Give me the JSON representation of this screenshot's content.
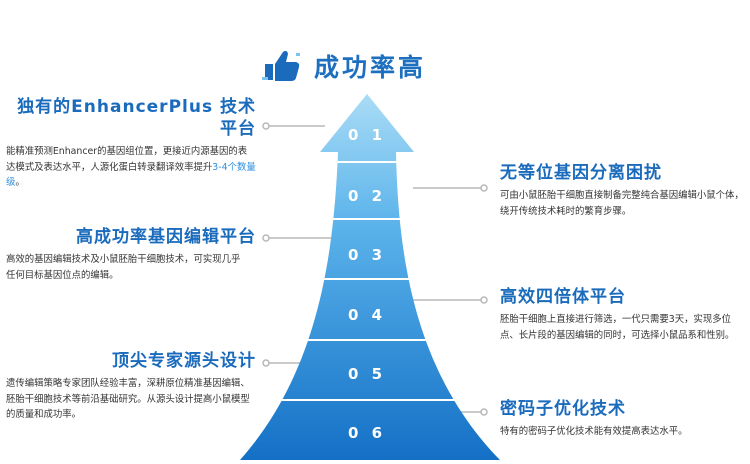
{
  "header": {
    "title": "成功率高",
    "icon": "thumbs-up-icon"
  },
  "colors": {
    "accent": "#1b6bbd",
    "highlight": "#2b8fe0",
    "arrow_top": "#a9dbf6",
    "arrow_bottom": "#1470c6"
  },
  "levels": [
    "0 1",
    "0 2",
    "0 3",
    "0 4",
    "0 5",
    "0 6"
  ],
  "left": [
    {
      "title": "独有的EnhancerPlus 技术平台",
      "desc_before": "能精准预测Enhancer的基因组位置，更接近内源基因的表达模式及表达水平，人源化蛋白转录翻译效率提升",
      "desc_highlight": "3-4个数量级",
      "desc_after": "。"
    },
    {
      "title": "高成功率基因编辑平台",
      "desc": "高效的基因编辑技术及小鼠胚胎干细胞技术，可实现几乎任何目标基因位点的编辑。"
    },
    {
      "title": "顶尖专家源头设计",
      "desc": "遗传编辑策略专家团队经验丰富，深耕原位精准基因编辑、胚胎干细胞技术等前沿基础研究。从源头设计提高小鼠模型的质量和成功率。"
    }
  ],
  "right": [
    {
      "title": "无等位基因分离困扰",
      "desc": "可由小鼠胚胎干细胞直接制备完整纯合基因编辑小鼠个体，绕开传统技术耗时的繁育步骤。"
    },
    {
      "title": "高效四倍体平台",
      "desc": "胚胎干细胞上直接进行筛选，一代只需要3天，实现多位点、长片段的基因编辑的同时，可选择小鼠品系和性别。"
    },
    {
      "title": "密码子优化技术",
      "desc": "特有的密码子优化技术能有效提高表达水平。"
    }
  ]
}
